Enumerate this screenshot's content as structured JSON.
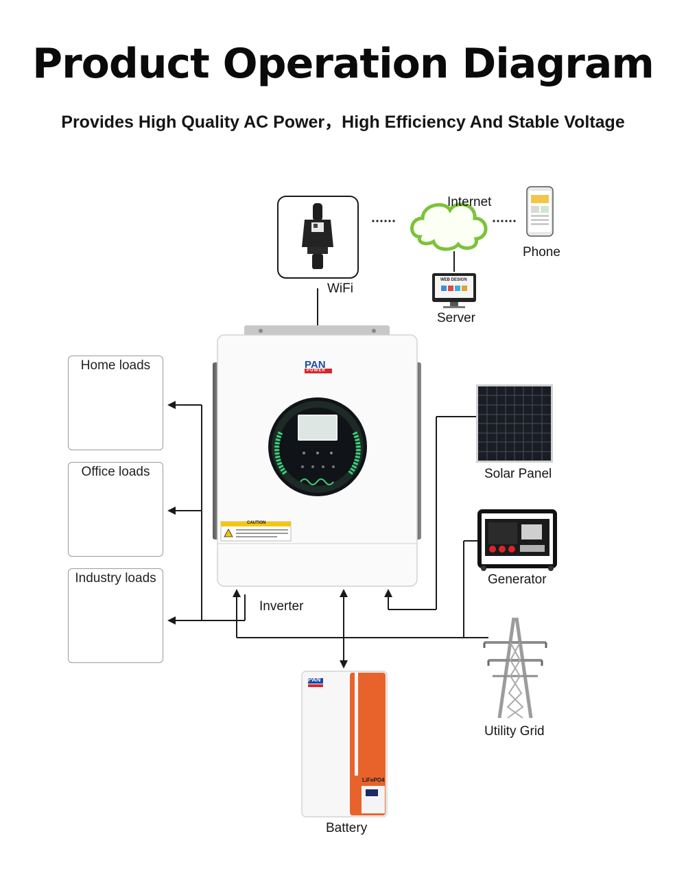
{
  "title": "Product Operation Diagram",
  "subtitle": "Provides High Quality AC Power，High Efficiency And Stable Voltage",
  "nodes": {
    "wifi": "WiFi",
    "internet": "Internet",
    "phone": "Phone",
    "server": "Server",
    "inverter": "Inverter",
    "solar_panel": "Solar Panel",
    "generator": "Generator",
    "utility_grid": "Utility Grid",
    "battery": "Battery"
  },
  "load_cards": {
    "home": "Home loads",
    "office": "Office loads",
    "industry": "Industry loads"
  },
  "dots": "......",
  "brand": {
    "name": "PAN",
    "sub": "POWER"
  },
  "inverter_caution": "CAUTION",
  "server_screen": "WEB DESIGN",
  "battery_type": "LiFePO4",
  "colors": {
    "brand_blue": "#1a4aa8",
    "brand_red": "#d8262c",
    "battery_orange": "#e8632b",
    "cloud_green": "#7cc23a",
    "led_green": "#3ad27a",
    "line": "#1a1a1a"
  }
}
